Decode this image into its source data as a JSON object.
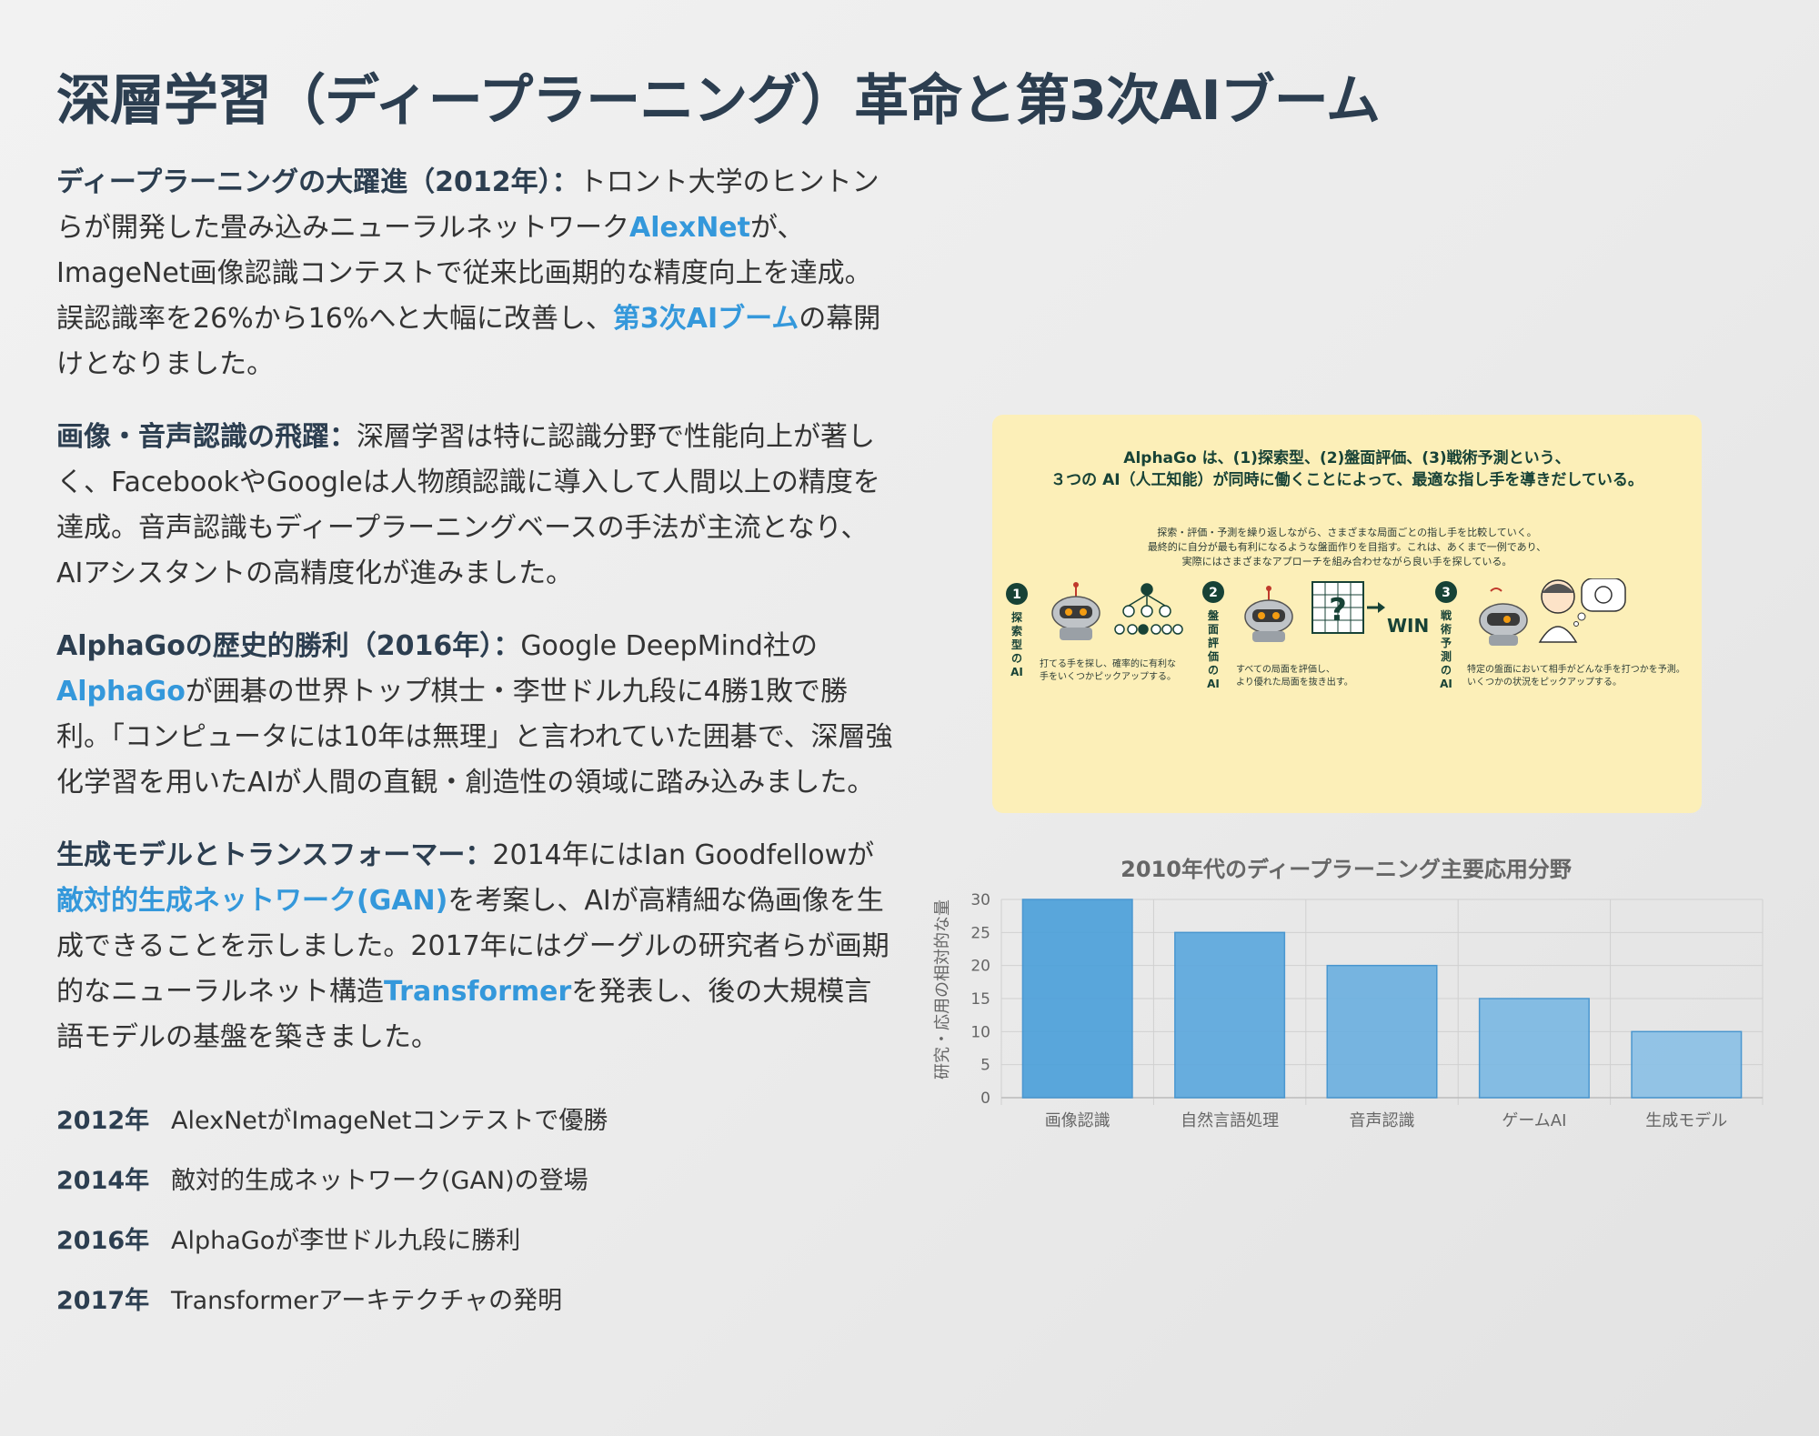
{
  "title": "深層学習（ディープラーニング）革命と第3次AIブーム",
  "sections": [
    {
      "heading": "ディープラーニングの大躍進（2012年）：",
      "t1": "トロント大学のヒントンらが開発した畳み込みニューラルネットワーク",
      "h1": "AlexNet",
      "t2": "が、ImageNet画像認識コンテストで従来比画期的な精度向上を達成。誤認識率を26%から16%へと大幅に改善し、",
      "h2": "第3次AIブーム",
      "t3": "の幕開けとなりました。"
    },
    {
      "heading": "画像・音声認識の飛躍：",
      "t1": "深層学習は特に認識分野で性能向上が著しく、FacebookやGoogleは人物顔認識に導入して人間以上の精度を達成。音声認識もディープラーニングベースの手法が主流となり、AIアシスタントの高精度化が進みました。"
    },
    {
      "heading": "AlphaGoの歴史的勝利（2016年）：",
      "t1": "Google DeepMind社の",
      "h1": "AlphaGo",
      "t2": "が囲碁の世界トップ棋士・李世ドル九段に4勝1敗で勝利。「コンピュータには10年は無理」と言われていた囲碁で、深層強化学習を用いたAIが人間の直観・創造性の領域に踏み込みました。"
    },
    {
      "heading": "生成モデルとトランスフォーマー：",
      "t1": "2014年にはIan Goodfellowが",
      "h1": "敵対的生成ネットワーク(GAN)",
      "t2": "を考案し、AIが高精細な偽画像を生成できることを示しました。2017年にはグーグルの研究者らが画期的なニューラルネット構造",
      "h2": "Transformer",
      "t3": "を発表し、後の大規模言語モデルの基盤を築きました。"
    }
  ],
  "timeline": [
    {
      "year": "2012年",
      "event": "AlexNetがImageNetコンテストで優勝"
    },
    {
      "year": "2014年",
      "event": "敵対的生成ネットワーク(GAN)の登場"
    },
    {
      "year": "2016年",
      "event": "AlphaGoが李世ドル九段に勝利"
    },
    {
      "year": "2017年",
      "event": "Transformerアーキテクチャの発明"
    }
  ],
  "illustration": {
    "headline1": "AlphaGo は、(1)探索型、(2)盤面評価、(3)戦術予測という、",
    "headline2": "３つの AI（人工知能）が同時に働くことによって、最適な指し手を導きだしている。",
    "sub1": "探索・評価・予測を繰り返しながら、さまざまな局面ごとの指し手を比較していく。",
    "sub2": "最終的に自分が最も有利になるような盤面作りを目指す。これは、あくまで一例であり、",
    "sub3": "実際にはさまざまなアプローチを組み合わせながら良い手を探している。",
    "step1_label": "探索型のAI",
    "step1_num": "1",
    "step1_desc1": "打てる手を探し、確率的に有利な",
    "step1_desc2": "手をいくつかピックアップする。",
    "step2_label": "盤面評価のAI",
    "step2_num": "2",
    "step2_desc1": "すべての局面を評価し、",
    "step2_desc2": "より優れた局面を抜き出す。",
    "step3_label": "戦術予測のAI",
    "step3_num": "3",
    "step3_desc1": "特定の盤面において相手がどんな手を打つかを予測。",
    "step3_desc2": "いくつかの状況をピックアップする。",
    "win": "WIN",
    "colors": {
      "background": "#fcefb8",
      "accent": "#174236"
    }
  },
  "chart_data": {
    "type": "bar",
    "title": "2010年代のディープラーニング主要応用分野",
    "ylabel": "研究・応用の相対的な量",
    "xlabel": "",
    "categories": [
      "画像認識",
      "自然言語処理",
      "音声認識",
      "ゲームAI",
      "生成モデル"
    ],
    "values": [
      30,
      25,
      20,
      15,
      10
    ],
    "ylim": [
      0,
      30
    ],
    "yticks": [
      "0",
      "5",
      "10",
      "15",
      "20",
      "25",
      "30"
    ],
    "grid": true,
    "colors": [
      "#4a9fda",
      "#5aa7dd",
      "#6aafe0",
      "#7ab8e3",
      "#8ac0e6"
    ]
  }
}
